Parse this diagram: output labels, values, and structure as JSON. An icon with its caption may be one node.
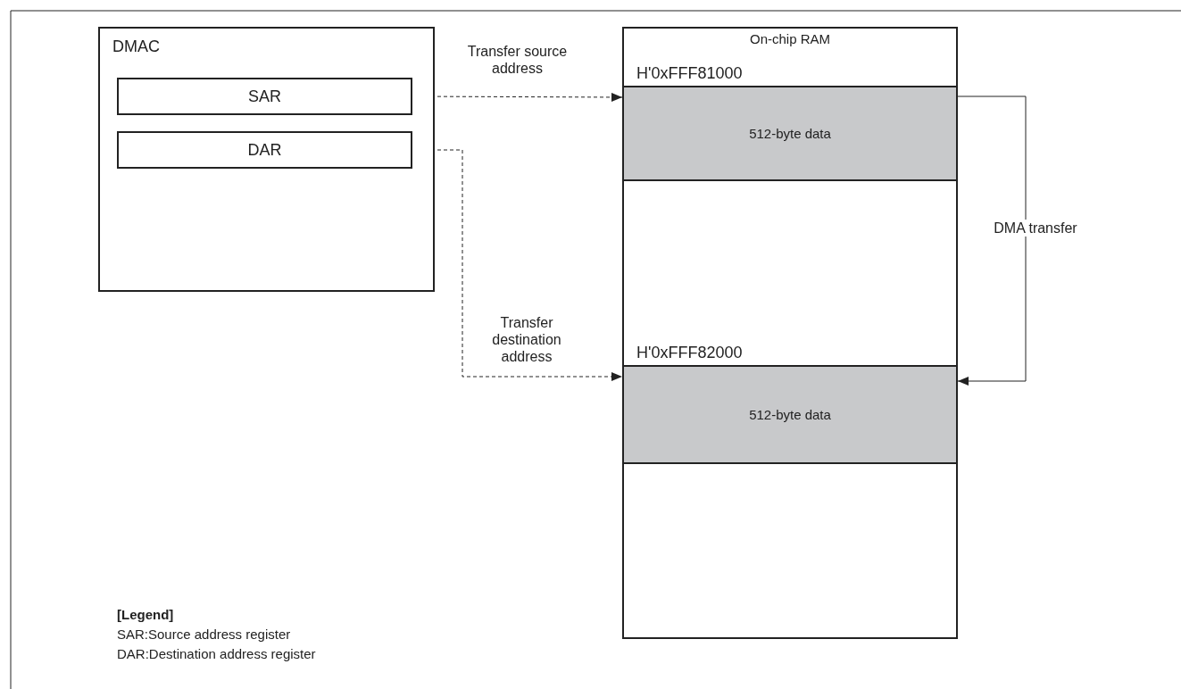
{
  "diagram": {
    "nodes": [
      {
        "text": [
          "DMAC"
        ]
      },
      {
        "text": [
          "SAR"
        ],
        "in": 0
      },
      {
        "text": [
          "DAR"
        ],
        "in": 0
      },
      {
        "text": [
          "On-chip RAM"
        ]
      },
      {
        "text": [
          "512-byte data"
        ],
        "in": 3,
        "beside": [
          "H'0xFFF81000"
        ]
      },
      {
        "text": [
          "512-byte data"
        ],
        "in": 3,
        "beside": [
          "H'0xFFF82000"
        ]
      }
    ],
    "edges": [
      {
        "from": 1,
        "to": 4,
        "arrow": "to",
        "style": "dashed",
        "label": "Transfer source address"
      },
      {
        "from": 2,
        "to": 5,
        "arrow": "to",
        "style": "dashed",
        "label": "Transfer destination address"
      },
      {
        "from": 4,
        "to": 5,
        "arrow": "to",
        "label": "DMA transfer"
      }
    ],
    "labels": [
      "[Legend]",
      "SAR:Source address register",
      "DAR:Destination address register"
    ]
  }
}
